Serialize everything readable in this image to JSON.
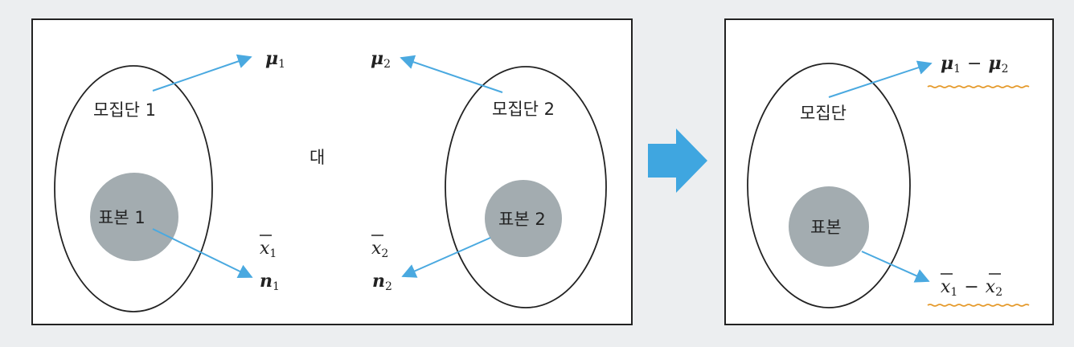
{
  "left_panel": {
    "population1": {
      "label": "모집단 1",
      "parameter": "μ",
      "parameter_sub": "1",
      "sample_label": "표본 1",
      "sample_mean": "x",
      "sample_mean_sub": "1",
      "sample_size": "n",
      "sample_size_sub": "1"
    },
    "population2": {
      "label": "모집단 2",
      "parameter": "μ",
      "parameter_sub": "2",
      "sample_label": "표본 2",
      "sample_mean": "x",
      "sample_mean_sub": "2",
      "sample_size": "n",
      "sample_size_sub": "2"
    },
    "versus": "대"
  },
  "right_panel": {
    "population_label": "모집단",
    "sample_label": "표본",
    "param_diff": {
      "a": "μ",
      "a_sub": "1",
      "op": "−",
      "b": "μ",
      "b_sub": "2"
    },
    "stat_diff": {
      "a": "x",
      "a_sub": "1",
      "op": "−",
      "b": "x",
      "b_sub": "2"
    }
  },
  "colors": {
    "arrow": "#4aa9e0",
    "sample_circle": "#a3acb0",
    "underline": "#e59a2c",
    "panel_bg": "#ffffff",
    "outer_bg": "#eceef0"
  }
}
